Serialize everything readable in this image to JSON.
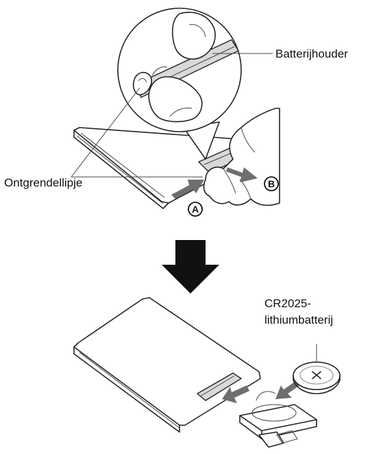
{
  "labels": {
    "battery_holder": "Batterijhouder",
    "release_tab": "Ontgrendellipje",
    "battery_line1": "CR2025-",
    "battery_line2": "lithiumbatterij"
  },
  "step_markers": {
    "a": "A",
    "b": "B"
  },
  "colors": {
    "line": "#222222",
    "arrow_gray": "#6e6e6e",
    "big_arrow": "#111111"
  }
}
